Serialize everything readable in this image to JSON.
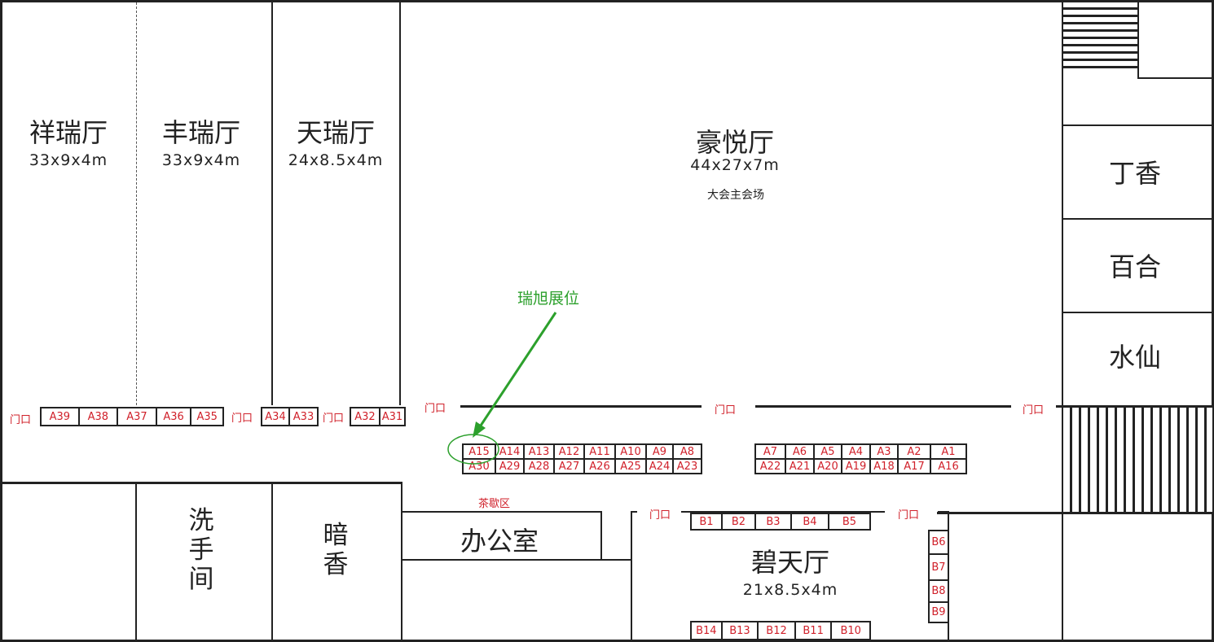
{
  "halls": {
    "xiangrui": {
      "name": "祥瑞厅",
      "dims": "33x9x4m"
    },
    "fengrui": {
      "name": "丰瑞厅",
      "dims": "33x9x4m"
    },
    "tianrui": {
      "name": "天瑞厅",
      "dims": "24x8.5x4m"
    },
    "haoyue": {
      "name": "豪悦厅",
      "dims": "44x27x7m",
      "subtitle": "大会主会场"
    },
    "dingxiang": {
      "name": "丁香"
    },
    "baihe": {
      "name": "百合"
    },
    "shuixian": {
      "name": "水仙"
    },
    "xishoujian": {
      "name": "洗手间"
    },
    "anxiang": {
      "name": "暗香"
    },
    "bangongshi": {
      "name": "办公室"
    },
    "bitian": {
      "name": "碧天厅",
      "dims": "21x8.5x4m"
    }
  },
  "labels": {
    "door": "门口",
    "tea_break": "茶歇区",
    "highlight": "瑞旭展位"
  },
  "booths": {
    "west_row1": [
      "A39",
      "A38",
      "A37",
      "A36",
      "A35"
    ],
    "west_row2": [
      "A34",
      "A33"
    ],
    "west_row3": [
      "A32",
      "A31"
    ],
    "center_top": [
      "A15",
      "A14",
      "A13",
      "A12",
      "A11",
      "A10",
      "A9",
      "A8"
    ],
    "center_bottom": [
      "A30",
      "A29",
      "A28",
      "A27",
      "A26",
      "A25",
      "A24",
      "A23"
    ],
    "east_top": [
      "A7",
      "A6",
      "A5",
      "A4",
      "A3",
      "A2",
      "A1"
    ],
    "east_bottom": [
      "A22",
      "A21",
      "A20",
      "A19",
      "A18",
      "A17",
      "A16"
    ],
    "bitian_top": [
      "B1",
      "B2",
      "B3",
      "B4",
      "B5"
    ],
    "bitian_right": [
      "B6",
      "B7",
      "B8",
      "B9"
    ],
    "bitian_bottom": [
      "B14",
      "B13",
      "B12",
      "B11",
      "B10"
    ]
  },
  "highlighted_booth": "A15",
  "colors": {
    "booth_text": "#d0202a",
    "highlight": "#2ca02c",
    "wall": "#222222"
  }
}
